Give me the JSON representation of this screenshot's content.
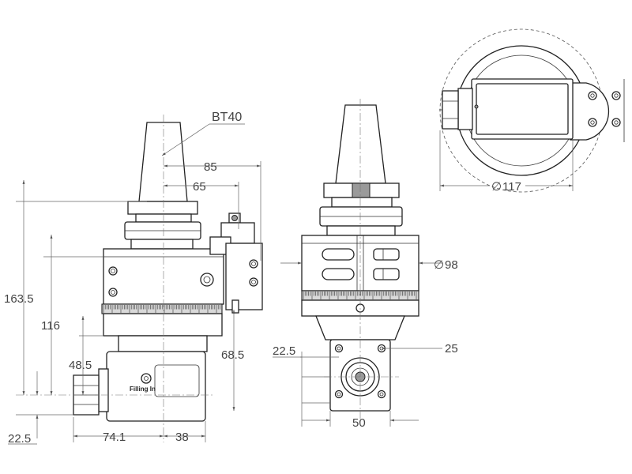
{
  "labels": {
    "taper": "BT40",
    "filling": "Filling In"
  },
  "dimensions": {
    "d85": "85",
    "d65": "65",
    "d163_5": "163.5",
    "d116": "116",
    "d48_5": "48.5",
    "d68_5": "68.5",
    "d22_5_left": "22.5",
    "d74_1": "74.1",
    "d38": "38",
    "d98": "98",
    "d22_5_mid": "22.5",
    "d25": "25",
    "d50": "50",
    "d117": "117"
  },
  "symbols": {
    "diameter": "∅"
  }
}
